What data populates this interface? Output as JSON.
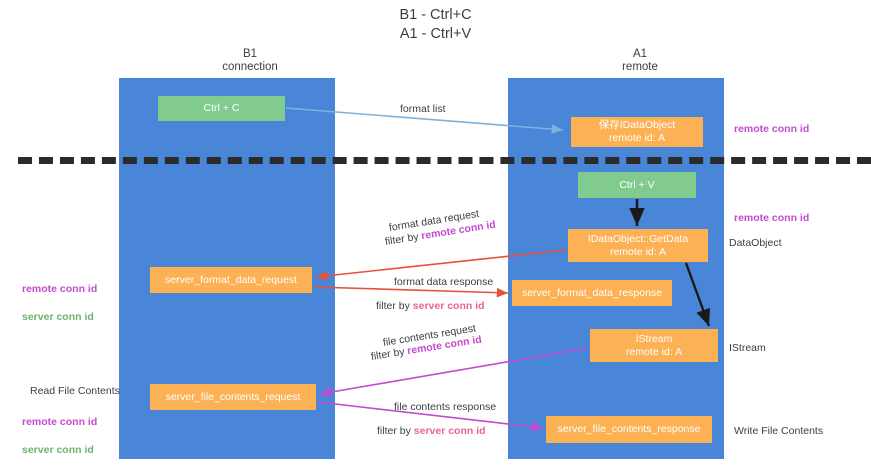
{
  "title": "B1 - Ctrl+C\nA1 - Ctrl+V",
  "columns": {
    "left": {
      "name": "B1",
      "role": "connection"
    },
    "right": {
      "name": "A1",
      "role": "remote"
    }
  },
  "colors": {
    "lane": "#4a86d8",
    "node_green": "#82cb8f",
    "node_orange": "#fbb154",
    "accent_remote_conn_id": "#c44ad0",
    "accent_server_conn_id": "#6cb36f",
    "accent_server_conn_id_label": "#e8639b",
    "separator": "#2b2b2b",
    "arrow_format_list": "#7bb3e0",
    "arrow_format_data": "#e8503c",
    "arrow_file_contents": "#c44ad0",
    "arrow_internal": "#1a1a1a",
    "background": "#ffffff",
    "text": "#3c4043"
  },
  "nodes": {
    "ctrl_c": "Ctrl + C",
    "store_data_object": "保存IDataObject\nremote id: A",
    "ctrl_v": "Ctrl + V",
    "get_data": "IDataObject::GetData\nremote id: A",
    "server_format_data_request": "server_format_data_request",
    "server_format_data_response": "server_format_data_response",
    "istream": "IStream\nremote id: A",
    "server_file_contents_request": "server_file_contents_request",
    "server_file_contents_response": "server_file_contents_response"
  },
  "edges": {
    "format_list": "format list",
    "format_data_request": "format data request",
    "format_data_request_filter_prefix": "filter by ",
    "format_data_request_filter_key": "remote conn id",
    "format_data_response": "format data response",
    "format_data_response_filter_prefix": "filter by ",
    "format_data_response_filter_key": "server conn id",
    "file_contents_request": "file contents request",
    "file_contents_request_filter_prefix": "filter by ",
    "file_contents_request_filter_key": "remote conn id",
    "file_contents_response": "file contents response",
    "file_contents_response_filter_prefix": "filter by ",
    "file_contents_response_filter_key": "server conn id"
  },
  "annotations": {
    "right_remote_conn_id_top": "remote conn id",
    "right_remote_conn_id_mid": "remote conn id",
    "right_data_object": "DataObject",
    "right_istream": "IStream",
    "right_write_file_contents": "Write File Contents",
    "left_remote_conn_id": "remote conn id",
    "left_server_conn_id": "server conn id",
    "left_read_file_contents": "Read File Contents",
    "left_remote_conn_id_2": "remote conn id",
    "left_server_conn_id_2": "server conn id"
  }
}
